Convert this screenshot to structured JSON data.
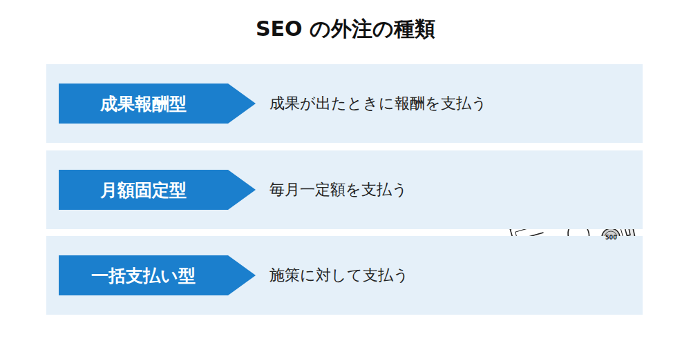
{
  "diagram": {
    "title": "SEO の外注の種類",
    "nodes": [
      {
        "text": [
          "成果が出たときに報酬を支払う"
        ]
      },
      {
        "text": [
          "成果報酬型"
        ],
        "in": 0
      },
      {
        "text": [
          "毎月一定額を支払う"
        ]
      },
      {
        "text": [
          "月額固定型"
        ],
        "in": 2
      },
      {
        "text": [
          "施策に対して支払う"
        ]
      },
      {
        "text": [
          "一括支払い型"
        ],
        "in": 4
      }
    ],
    "labels": [
      "500"
    ]
  }
}
